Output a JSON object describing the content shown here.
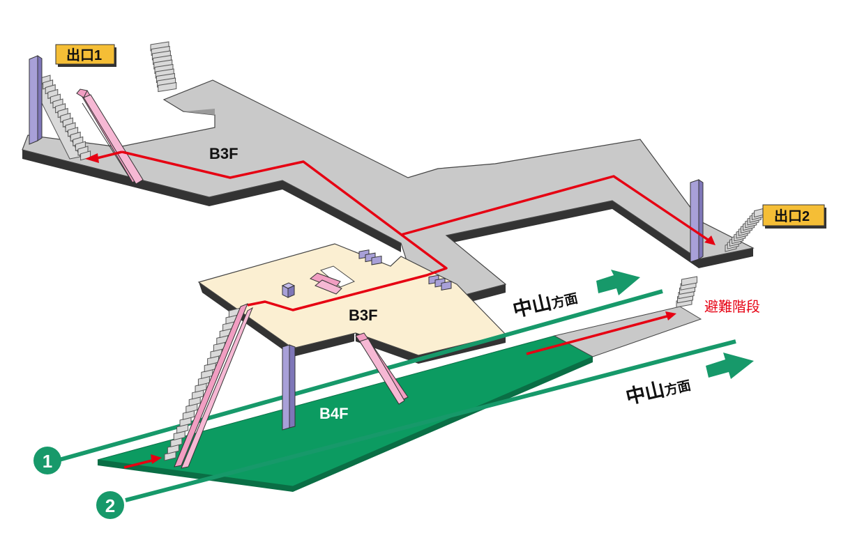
{
  "floors": {
    "upper": "B3F",
    "mezzanine": "B3F",
    "platform": "B4F"
  },
  "exits": [
    {
      "id": "exit1",
      "label": "出口1"
    },
    {
      "id": "exit2",
      "label": "出口2"
    }
  ],
  "directions": [
    {
      "id": "dir1",
      "main": "中山",
      "sub": "方面"
    },
    {
      "id": "dir2",
      "main": "中山",
      "sub": "方面"
    }
  ],
  "platforms": [
    {
      "id": "track1",
      "number": "1"
    },
    {
      "id": "track2",
      "number": "2"
    }
  ],
  "evacuation_stairs": "避難階段",
  "colors": {
    "corridor": "#c9c9c9",
    "corridor_edge": "#333333",
    "mezzanine": "#fbefd2",
    "platform": "#0c9b61",
    "track": "#17996a",
    "route": "#e60012",
    "escalator": "#f19ec2",
    "pillar": "#a8a0d8",
    "exit_badge": "#f5be36"
  }
}
